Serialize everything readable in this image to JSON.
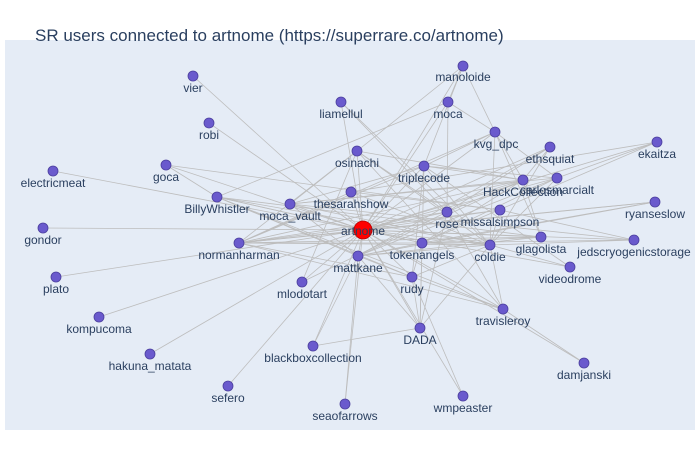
{
  "title": "SR users connected to artnome (https://superrare.co/artnome)",
  "colors": {
    "plot_background": "#e5ecf6",
    "edge": "#bdbdbd",
    "node": "#6a5acd",
    "node_outline": "#4b3f9e",
    "center_node": "#ff0000",
    "center_outline": "#b30000",
    "text": "#2a3f5f"
  },
  "center_node": "artnome",
  "nodes": [
    "artnome",
    "manoloide",
    "vier",
    "liamellul",
    "moca",
    "robi",
    "kvg_dpc",
    "ekaitza",
    "ethsquiat",
    "osinachi",
    "goca",
    "triplecode",
    "electricmeat",
    "HackCollection",
    "carlosmarcialt",
    "BillyWhistler",
    "thesarahshow",
    "moca_vault",
    "ryanseslow",
    "rose",
    "missalsimpson",
    "gondor",
    "normanharman",
    "glagolista",
    "jedscryogenicstorage",
    "mattkane",
    "tokenangels",
    "coldie",
    "plato",
    "videodrome",
    "rudy",
    "mlodotart",
    "kompucoma",
    "travisleroy",
    "DADA",
    "hakuna_matata",
    "blackboxcollection",
    "damjanski",
    "sefero",
    "wmpeaster",
    "seaofarrows"
  ],
  "edges": [
    [
      "artnome",
      "manoloide"
    ],
    [
      "artnome",
      "vier"
    ],
    [
      "artnome",
      "liamellul"
    ],
    [
      "artnome",
      "moca"
    ],
    [
      "artnome",
      "robi"
    ],
    [
      "artnome",
      "kvg_dpc"
    ],
    [
      "artnome",
      "ekaitza"
    ],
    [
      "artnome",
      "ethsquiat"
    ],
    [
      "artnome",
      "osinachi"
    ],
    [
      "artnome",
      "goca"
    ],
    [
      "artnome",
      "triplecode"
    ],
    [
      "artnome",
      "electricmeat"
    ],
    [
      "artnome",
      "HackCollection"
    ],
    [
      "artnome",
      "carlosmarcialt"
    ],
    [
      "artnome",
      "BillyWhistler"
    ],
    [
      "artnome",
      "thesarahshow"
    ],
    [
      "artnome",
      "moca_vault"
    ],
    [
      "artnome",
      "ryanseslow"
    ],
    [
      "artnome",
      "rose"
    ],
    [
      "artnome",
      "missalsimpson"
    ],
    [
      "artnome",
      "gondor"
    ],
    [
      "artnome",
      "normanharman"
    ],
    [
      "artnome",
      "glagolista"
    ],
    [
      "artnome",
      "jedscryogenicstorage"
    ],
    [
      "artnome",
      "mattkane"
    ],
    [
      "artnome",
      "tokenangels"
    ],
    [
      "artnome",
      "coldie"
    ],
    [
      "artnome",
      "plato"
    ],
    [
      "artnome",
      "videodrome"
    ],
    [
      "artnome",
      "rudy"
    ],
    [
      "artnome",
      "mlodotart"
    ],
    [
      "artnome",
      "kompucoma"
    ],
    [
      "artnome",
      "travisleroy"
    ],
    [
      "artnome",
      "DADA"
    ],
    [
      "artnome",
      "hakuna_matata"
    ],
    [
      "artnome",
      "blackboxcollection"
    ],
    [
      "artnome",
      "damjanski"
    ],
    [
      "artnome",
      "sefero"
    ],
    [
      "artnome",
      "wmpeaster"
    ],
    [
      "artnome",
      "seaofarrows"
    ],
    [
      "manoloide",
      "moca"
    ],
    [
      "manoloide",
      "kvg_dpc"
    ],
    [
      "manoloide",
      "osinachi"
    ],
    [
      "manoloide",
      "triplecode"
    ],
    [
      "moca",
      "BillyWhistler"
    ],
    [
      "moca",
      "rose"
    ],
    [
      "moca",
      "kvg_dpc"
    ],
    [
      "liamellul",
      "coldie"
    ],
    [
      "liamellul",
      "rose"
    ],
    [
      "kvg_dpc",
      "normanharman"
    ],
    [
      "kvg_dpc",
      "coldie"
    ],
    [
      "kvg_dpc",
      "glagolista"
    ],
    [
      "kvg_dpc",
      "HackCollection"
    ],
    [
      "kvg_dpc",
      "carlosmarcialt"
    ],
    [
      "kvg_dpc",
      "triplecode"
    ],
    [
      "ethsquiat",
      "mattkane"
    ],
    [
      "ethsquiat",
      "rose"
    ],
    [
      "ethsquiat",
      "coldie"
    ],
    [
      "ethsquiat",
      "HackCollection"
    ],
    [
      "ekaitza",
      "carlosmarcialt"
    ],
    [
      "ekaitza",
      "tokenangels"
    ],
    [
      "ekaitza",
      "thesarahshow"
    ],
    [
      "osinachi",
      "moca_vault"
    ],
    [
      "osinachi",
      "coldie"
    ],
    [
      "osinachi",
      "travisleroy"
    ],
    [
      "osinachi",
      "rose"
    ],
    [
      "osinachi",
      "normanharman"
    ],
    [
      "osinachi",
      "HackCollection"
    ],
    [
      "osinachi",
      "mlodotart"
    ],
    [
      "goca",
      "BillyWhistler"
    ],
    [
      "goca",
      "missalsimpson"
    ],
    [
      "triplecode",
      "moca_vault"
    ],
    [
      "triplecode",
      "normanharman"
    ],
    [
      "triplecode",
      "coldie"
    ],
    [
      "triplecode",
      "videodrome"
    ],
    [
      "triplecode",
      "HackCollection"
    ],
    [
      "triplecode",
      "carlosmarcialt"
    ],
    [
      "triplecode",
      "rudy"
    ],
    [
      "triplecode",
      "DADA"
    ],
    [
      "HackCollection",
      "normanharman"
    ],
    [
      "HackCollection",
      "mattkane"
    ],
    [
      "HackCollection",
      "tokenangels"
    ],
    [
      "HackCollection",
      "glagolista"
    ],
    [
      "HackCollection",
      "moca_vault"
    ],
    [
      "HackCollection",
      "rose"
    ],
    [
      "carlosmarcialt",
      "tokenangels"
    ],
    [
      "carlosmarcialt",
      "mattkane"
    ],
    [
      "carlosmarcialt",
      "coldie"
    ],
    [
      "carlosmarcialt",
      "moca_vault"
    ],
    [
      "BillyWhistler",
      "tokenangels"
    ],
    [
      "BillyWhistler",
      "coldie"
    ],
    [
      "BillyWhistler",
      "glagolista"
    ],
    [
      "BillyWhistler",
      "mattkane"
    ],
    [
      "BillyWhistler",
      "travisleroy"
    ],
    [
      "BillyWhistler",
      "rudy"
    ],
    [
      "thesarahshow",
      "coldie"
    ],
    [
      "thesarahshow",
      "missalsimpson"
    ],
    [
      "thesarahshow",
      "normanharman"
    ],
    [
      "moca_vault",
      "coldie"
    ],
    [
      "moca_vault",
      "jedscryogenicstorage"
    ],
    [
      "moca_vault",
      "mattkane"
    ],
    [
      "ryanseslow",
      "tokenangels"
    ],
    [
      "ryanseslow",
      "normanharman"
    ],
    [
      "ryanseslow",
      "mattkane"
    ],
    [
      "rose",
      "normanharman"
    ],
    [
      "rose",
      "DADA"
    ],
    [
      "rose",
      "travisleroy"
    ],
    [
      "rose",
      "mlodotart"
    ],
    [
      "missalsimpson",
      "normanharman"
    ],
    [
      "missalsimpson",
      "coldie"
    ],
    [
      "missalsimpson",
      "jedscryogenicstorage"
    ],
    [
      "normanharman",
      "coldie"
    ],
    [
      "normanharman",
      "glagolista"
    ],
    [
      "normanharman",
      "tokenangels"
    ],
    [
      "normanharman",
      "travisleroy"
    ],
    [
      "normanharman",
      "rudy"
    ],
    [
      "glagolista",
      "tokenangels"
    ],
    [
      "glagolista",
      "mattkane"
    ],
    [
      "jedscryogenicstorage",
      "tokenangels"
    ],
    [
      "jedscryogenicstorage",
      "coldie"
    ],
    [
      "mattkane",
      "coldie"
    ],
    [
      "mattkane",
      "tokenangels"
    ],
    [
      "mattkane",
      "blackboxcollection"
    ],
    [
      "mattkane",
      "seaofarrows"
    ],
    [
      "mattkane",
      "DADA"
    ],
    [
      "mattkane",
      "rudy"
    ],
    [
      "tokenangels",
      "coldie"
    ],
    [
      "tokenangels",
      "DADA"
    ],
    [
      "tokenangels",
      "rudy"
    ],
    [
      "coldie",
      "DADA"
    ],
    [
      "coldie",
      "videodrome"
    ],
    [
      "coldie",
      "rudy"
    ],
    [
      "coldie",
      "travisleroy"
    ],
    [
      "rudy",
      "DADA"
    ],
    [
      "rudy",
      "travisleroy"
    ],
    [
      "rudy",
      "wmpeaster"
    ],
    [
      "travisleroy",
      "damjanski"
    ],
    [
      "DADA",
      "blackboxcollection"
    ]
  ]
}
